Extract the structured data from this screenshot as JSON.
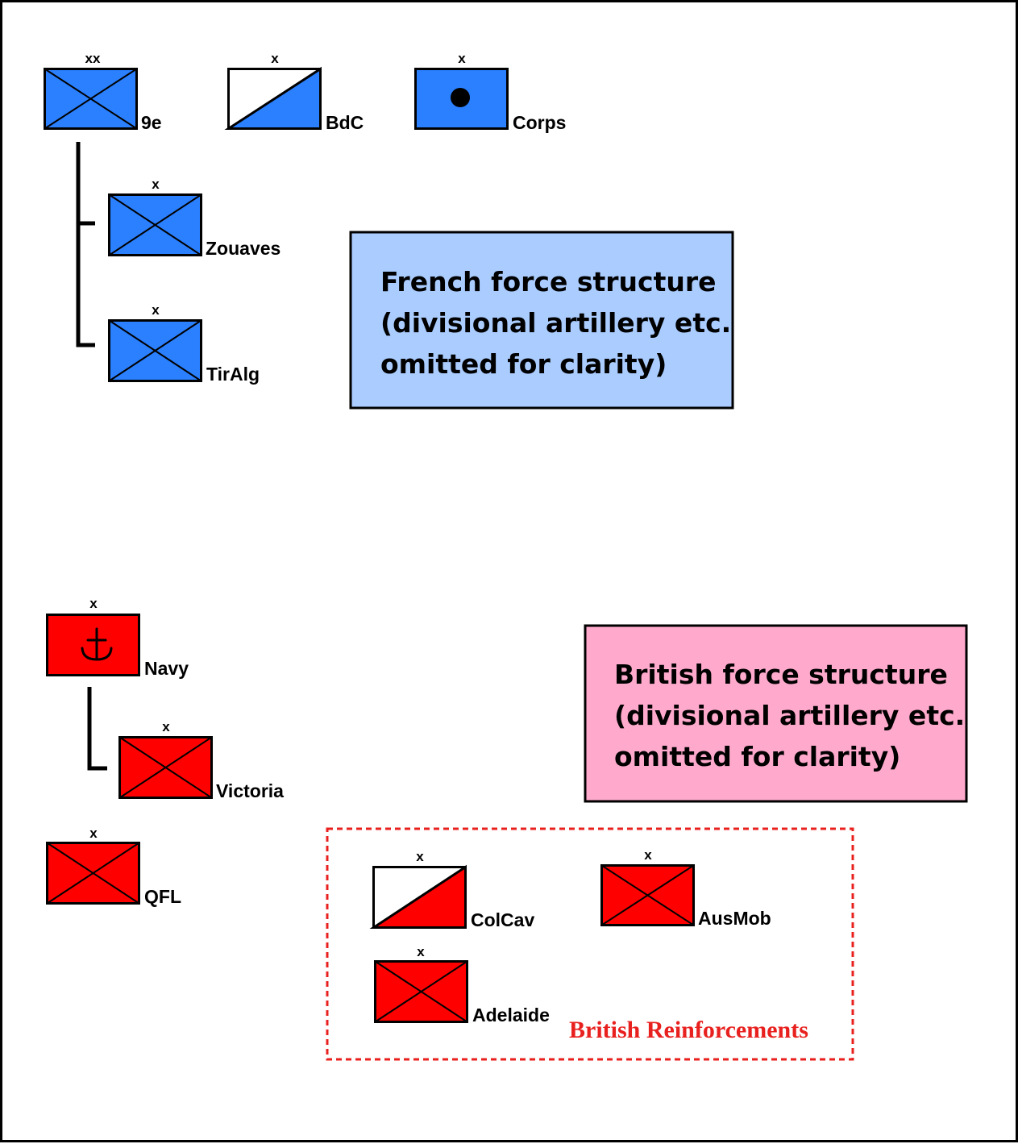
{
  "colors": {
    "french": "#2b80ff",
    "british": "#ff0000",
    "french_note_bg": "#aaccff",
    "british_note_bg": "#ffaacc",
    "reinforcement_border": "#e8211f",
    "stroke": "#000000",
    "background": "#ffffff"
  },
  "french": {
    "units": [
      {
        "id": "9e",
        "label": "9e",
        "echelon": "xx",
        "symbol": "infantry"
      },
      {
        "id": "bdc",
        "label": "BdC",
        "echelon": "x",
        "symbol": "cavalry"
      },
      {
        "id": "corps",
        "label": "Corps",
        "echelon": "x",
        "symbol": "headquarters"
      },
      {
        "id": "zouaves",
        "label": "Zouaves",
        "echelon": "x",
        "symbol": "infantry"
      },
      {
        "id": "tiralg",
        "label": "TirAlg",
        "echelon": "x",
        "symbol": "infantry"
      }
    ],
    "note": {
      "lines": [
        "French force structure",
        "(divisional artillery etc.",
        "omitted for clarity)"
      ]
    }
  },
  "british": {
    "units": [
      {
        "id": "navy",
        "label": "Navy",
        "echelon": "x",
        "symbol": "naval",
        "icon": "anchor-icon"
      },
      {
        "id": "victoria",
        "label": "Victoria",
        "echelon": "x",
        "symbol": "infantry"
      },
      {
        "id": "qfl",
        "label": "QFL",
        "echelon": "x",
        "symbol": "infantry"
      }
    ],
    "note": {
      "lines": [
        "British force structure",
        "(divisional artillery etc.",
        "omitted for clarity)"
      ]
    },
    "reinforcements": {
      "title": "British Reinforcements",
      "units": [
        {
          "id": "colcav",
          "label": "ColCav",
          "echelon": "x",
          "symbol": "cavalry"
        },
        {
          "id": "ausmob",
          "label": "AusMob",
          "echelon": "x",
          "symbol": "infantry"
        },
        {
          "id": "adelaide",
          "label": "Adelaide",
          "echelon": "x",
          "symbol": "infantry"
        }
      ]
    }
  }
}
